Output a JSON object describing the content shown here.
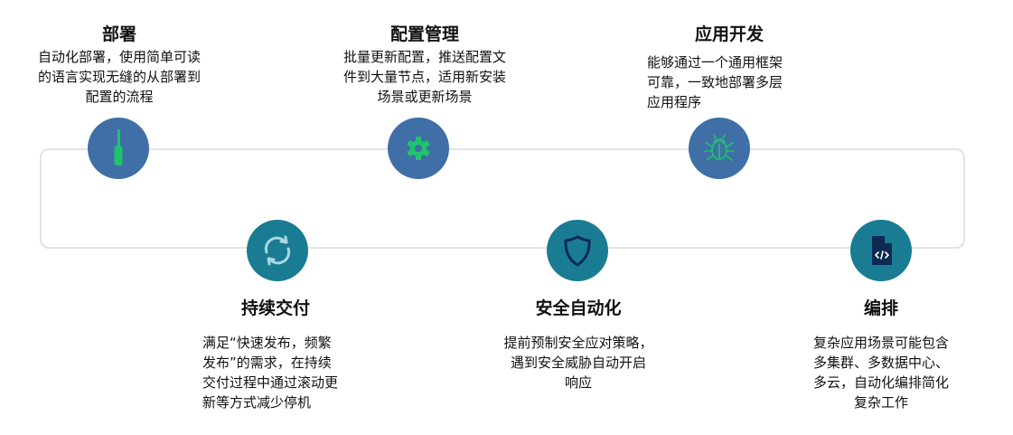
{
  "steps": [
    {
      "title": "部署",
      "lines": [
        "自动化部署，使用简单可读",
        "的语言实现无缝的从部署到",
        "配置的流程"
      ],
      "icon": "screwdriver-icon"
    },
    {
      "title": "配置管理",
      "lines": [
        "批量更新配置，推送配置文",
        "件到大量节点，适用新安装",
        "场景或更新场景"
      ],
      "icon": "gear-icon"
    },
    {
      "title": "应用开发",
      "lines": [
        "能够通过一个通用框架",
        "可靠，一致地部署多层",
        "应用程序"
      ],
      "icon": "bug-icon"
    },
    {
      "title": "持续交付",
      "lines": [
        "满足“快速发布，频繁",
        "发布”的需求，在持续",
        "交付过程中通过滚动更",
        "新等方式减少停机"
      ],
      "icon": "refresh-icon"
    },
    {
      "title": "安全自动化",
      "lines": [
        "提前预制安全应对策略，",
        "遇到安全威胁自动开启",
        "响应"
      ],
      "icon": "shield-icon"
    },
    {
      "title": "编排",
      "lines": [
        "复杂应用场景可能包含",
        "多集群、多数据中心、",
        "多云，自动化编排简化",
        "复杂工作"
      ],
      "icon": "code-file-icon"
    }
  ],
  "colors": {
    "top_node": "#3f6fa6",
    "bottom_node": "#1a7c93",
    "icon_green": "#1fc46a",
    "track": "#e3e3e3"
  }
}
